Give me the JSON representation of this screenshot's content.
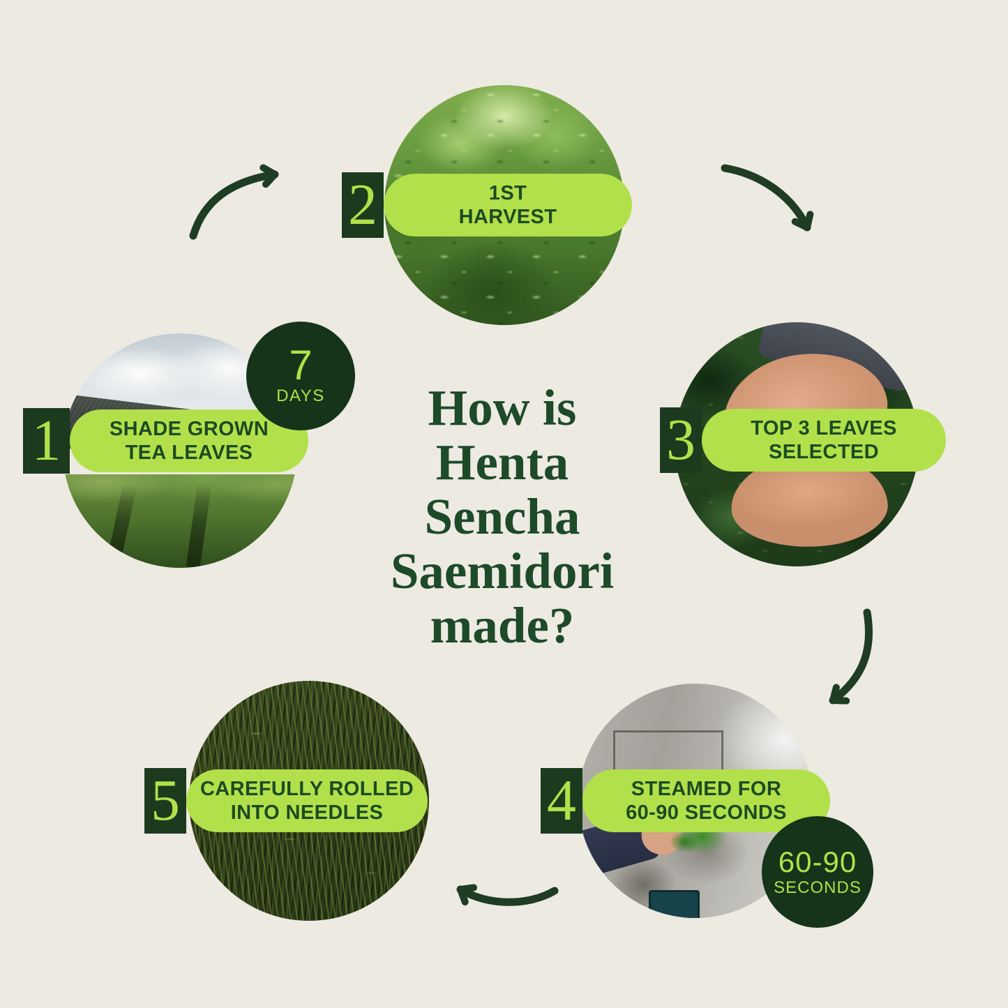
{
  "page": {
    "background_color": "#edeae2",
    "title_text": "How is Henta Sencha Saemidori made?",
    "title_lines": [
      "How is",
      "Henta",
      "Sencha",
      "Saemidori",
      "made?"
    ]
  },
  "colors": {
    "lime": "#b2e04a",
    "dark_green_block": "#1c3a1e",
    "dark_green_badge": "#16341a",
    "label_text": "#1d4a23",
    "title_text": "#1d4a28",
    "arrow": "#1e3d22"
  },
  "steps": [
    {
      "number": "1",
      "label_lines": [
        "SHADE GROWN",
        "TEA LEAVES"
      ],
      "photo": "tea field covered by black shade netting with bamboo pole under cloudy sky",
      "badge": {
        "value": "7",
        "unit": "DAYS"
      }
    },
    {
      "number": "2",
      "label_lines": [
        "1ST",
        "HARVEST"
      ],
      "photo": "pile of freshly harvested bright green tea leaves"
    },
    {
      "number": "3",
      "label_lines": [
        "TOP 3 LEAVES",
        "SELECTED"
      ],
      "photo": "open hands holding the top three tea leaves over dark tea bushes"
    },
    {
      "number": "4",
      "label_lines": [
        "STEAMED FOR",
        "60-90 SECONDS"
      ],
      "photo": "hand holding steamed tea leaves in front of gray steaming machine",
      "badge": {
        "value": "60-90",
        "unit": "SECONDS"
      }
    },
    {
      "number": "5",
      "label_lines": [
        "CAREFULLY ROLLED",
        "INTO NEEDLES"
      ],
      "photo": "dark green tea leaves rolled into fine needles"
    }
  ]
}
